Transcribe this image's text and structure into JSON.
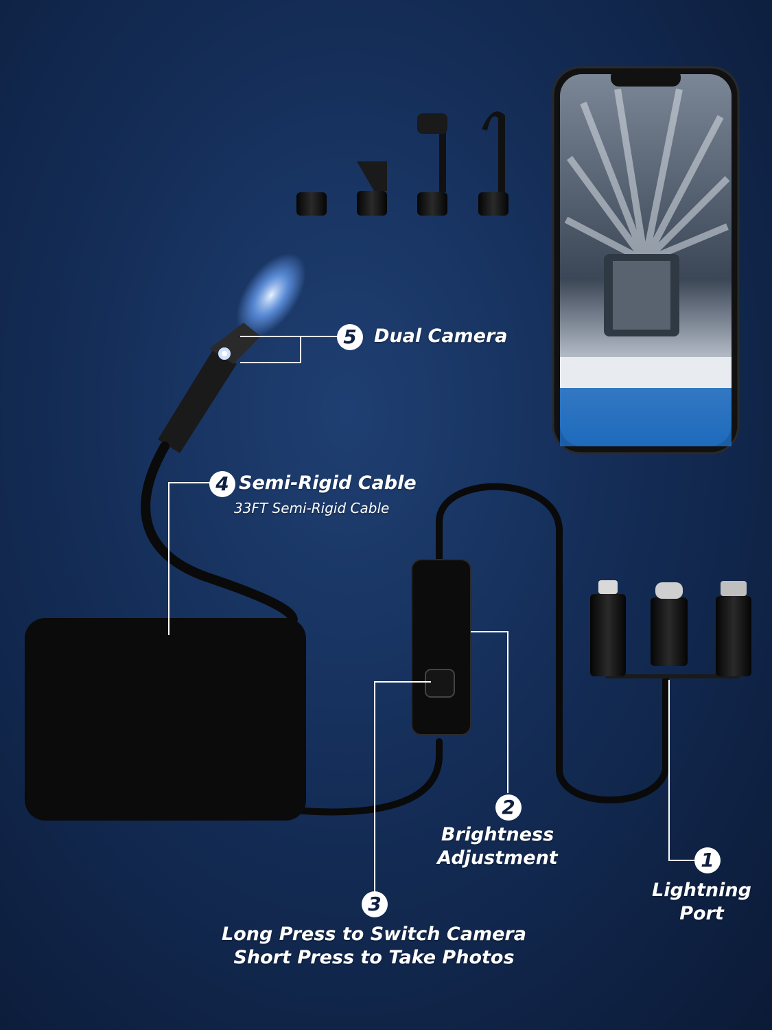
{
  "callouts": {
    "dual_camera": {
      "number": "5",
      "title": "Dual Camera"
    },
    "cable": {
      "number": "4",
      "title": "Semi-Rigid Cable",
      "subtitle": "33FT Semi-Rigid Cable"
    },
    "brightness": {
      "number": "2",
      "line1": "Brightness",
      "line2": "Adjustment"
    },
    "port": {
      "number": "1",
      "line1": "Lightning",
      "line2": "Port"
    },
    "button": {
      "number": "3",
      "line1": "Long Press to Switch Camera",
      "line2": "Short Press to Take Photos"
    }
  },
  "colors": {
    "background": "#142d57",
    "accent": "#ffffff",
    "cable": "#0a0a0a",
    "light_beam": "#6fa8ff"
  },
  "icons": [
    "phone-screen-turbine-image",
    "hook-accessory",
    "magnet-accessory",
    "mirror-accessory",
    "lightning-connector",
    "usb-c-connector",
    "micro-usb-connector"
  ]
}
